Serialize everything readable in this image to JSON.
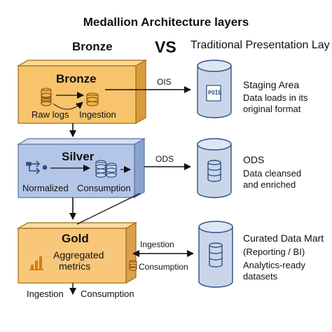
{
  "title": "Medallion Architecture layers",
  "header": {
    "left": "Bronze",
    "vs": "VS",
    "right": "Traditional Presentation Lay"
  },
  "layers": {
    "bronze": {
      "title": "Bronze",
      "left_label": "Raw logs",
      "right_label": "Ingestion"
    },
    "silver": {
      "title": "Silver",
      "left_label": "Normalized",
      "right_label": "Consumption"
    },
    "gold": {
      "title": "Gold",
      "line1": "Aggregated",
      "line2": "metrics",
      "side_label": "Consumption"
    }
  },
  "bottom": {
    "left": "Ingestion",
    "right": "Consumption"
  },
  "connectors": {
    "ois": "OIS",
    "ods": "ODS",
    "gold_ingestion": "Ingestion"
  },
  "stores": {
    "staging": {
      "icon_text": "POİB",
      "title": "Staging Area",
      "line1": "Data loads in its",
      "line2": "original format"
    },
    "ods": {
      "title": "ODS",
      "line1": "Data cleansed",
      "line2": "and enriched"
    },
    "mart": {
      "title": "Curated Data Mart",
      "line1": "(Reporting / BI)",
      "line2": "Analytics-ready",
      "line3": "datasets"
    }
  },
  "colors": {
    "bronze_fill": "#f7c46c",
    "silver_fill": "#b4c6e7",
    "gold_fill": "#f8c77a",
    "cylinder_fill": "#c9d6ea",
    "icon_gold": "#f2b347",
    "icon_blue": "#2f4f86",
    "icon_orange": "#d87a15"
  }
}
